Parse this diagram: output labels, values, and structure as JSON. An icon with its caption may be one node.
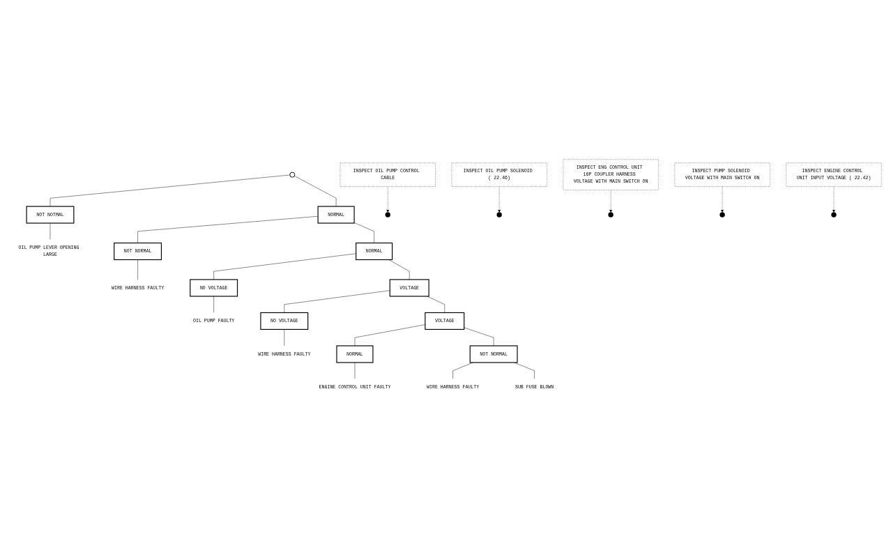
{
  "diagram": {
    "nodes": [
      {
        "text": [],
        "shape": "circle"
      },
      {
        "text": [
          "INSPECT OIL PUMP CONTROL CABLE"
        ]
      },
      {
        "text": [
          "NORMAL"
        ]
      },
      {
        "text": [
          "NOT NOTMAL"
        ]
      },
      {
        "text": [
          "OIL PUMP LEVER OPENING LARGE"
        ]
      },
      {
        "text": [
          "INSPECT OIL PUMP SOLENOID ( 22.46)"
        ]
      },
      {
        "text": [
          "NORMAL"
        ]
      },
      {
        "text": [
          "NOT NORMAL"
        ]
      },
      {
        "text": [
          "WIRE HARNESS FAULTY"
        ]
      },
      {
        "text": [
          "INSPECT ENG CONTROL UNIT 16P COUPLER HARNESS VOLTAGE WITH MAIN SWITCH ON"
        ]
      },
      {
        "text": [
          "VOLTAGE"
        ]
      },
      {
        "text": [
          "NO VOLTAGE"
        ]
      },
      {
        "text": [
          "OIL PUMP FAULTY"
        ]
      },
      {
        "text": [
          "INSPECT PUMP SOLENOID VOLTAGE WITH MAIN SWITCH ON"
        ]
      },
      {
        "text": [
          "VOLTAGE"
        ]
      },
      {
        "text": [
          "NO VOLTAGE"
        ]
      },
      {
        "text": [
          "WIRE HARNESS FAULTY"
        ]
      },
      {
        "text": [
          "INSPECT ENGINE CONTROL UNIT INPUT VOLTAGE ( 22.42)"
        ]
      },
      {
        "text": [
          "NORMAL"
        ]
      },
      {
        "text": [
          "NOT NORMAL"
        ]
      },
      {
        "text": [
          "WIRE HARNESS FAULTY"
        ]
      },
      {
        "text": [
          "SUB FUSE BLOWN"
        ]
      },
      {
        "text": [
          "ENGINE CONTROL UNIT FAULTY"
        ]
      }
    ],
    "edges": [
      {
        "from": 0,
        "to": 2,
        "arrow": "none"
      },
      {
        "from": 0,
        "to": 3,
        "arrow": "none"
      },
      {
        "from": 1,
        "to": null,
        "arrow": "to",
        "style": "dashed"
      },
      {
        "from": 3,
        "to": 4,
        "arrow": "none"
      },
      {
        "from": 2,
        "to": 6,
        "arrow": "none"
      },
      {
        "from": 2,
        "to": 7,
        "arrow": "none"
      },
      {
        "from": 5,
        "to": null,
        "arrow": "to",
        "style": "dashed"
      },
      {
        "from": 7,
        "to": 8,
        "arrow": "none"
      },
      {
        "from": 6,
        "to": 10,
        "arrow": "none"
      },
      {
        "from": 6,
        "to": 11,
        "arrow": "none"
      },
      {
        "from": 9,
        "to": null,
        "arrow": "to",
        "style": "dashed"
      },
      {
        "from": 11,
        "to": 12,
        "arrow": "none"
      },
      {
        "from": 10,
        "to": 14,
        "arrow": "none"
      },
      {
        "from": 10,
        "to": 15,
        "arrow": "none"
      },
      {
        "from": 13,
        "to": null,
        "arrow": "to",
        "style": "dashed"
      },
      {
        "from": 15,
        "to": 16,
        "arrow": "none"
      },
      {
        "from": 14,
        "to": 18,
        "arrow": "none"
      },
      {
        "from": 14,
        "to": 19,
        "arrow": "none"
      },
      {
        "from": 17,
        "to": null,
        "arrow": "to",
        "style": "dashed"
      },
      {
        "from": 19,
        "to": 20,
        "arrow": "none"
      },
      {
        "from": 19,
        "to": 21,
        "arrow": "none"
      },
      {
        "from": 18,
        "to": 22,
        "arrow": "none"
      }
    ]
  }
}
